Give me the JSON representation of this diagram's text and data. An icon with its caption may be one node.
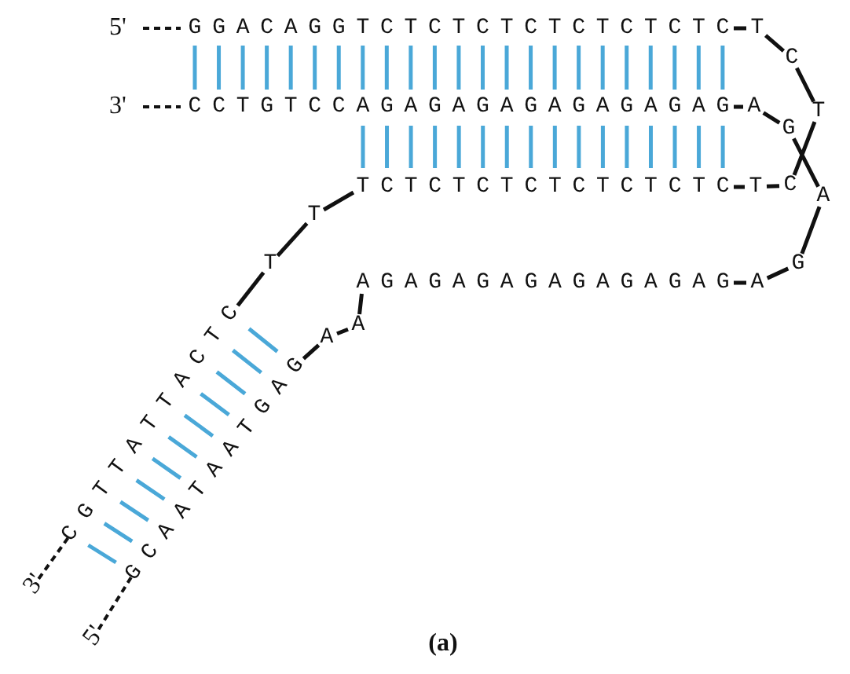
{
  "diagram": {
    "caption": "(a)",
    "labels": [
      "5'",
      "GGACAGGTCTCTCTCTCTCTCTC",
      "T",
      "C",
      "3'",
      "CCTGTCCAGAGAGAGAGAGAGAG",
      "A",
      "T",
      "G",
      "T",
      "TCTCTCTCTCTCTCTC",
      "T",
      "C",
      "A",
      "T",
      "G",
      "AGAGAGAGAGAGAGAG",
      "A",
      "A",
      "A",
      "CGTTATTACTC",
      "GCAATAATGAG",
      "3'",
      "5'"
    ]
  }
}
